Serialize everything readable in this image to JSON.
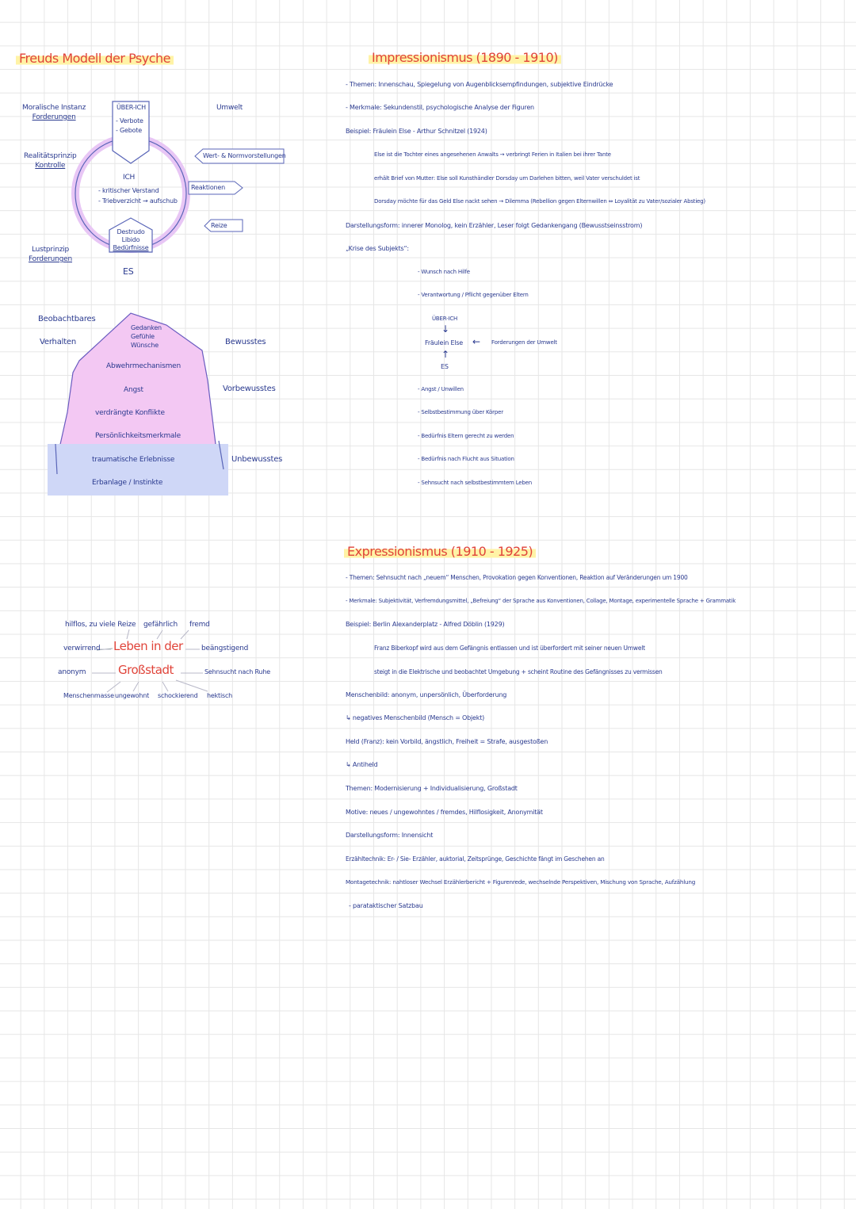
{
  "freud": {
    "title": "Freuds Modell der Psyche",
    "left_top_1": "Moralische Instanz",
    "left_top_2": "Forderungen",
    "left_mid_1": "Realitätsprinzip",
    "left_mid_2": "Kontrolle",
    "left_bot_1": "Lustprinzip",
    "left_bot_2": "Forderungen",
    "ueberich": "ÜBER-ICH",
    "verbote": "- Verbote",
    "gebote": "- Gebote",
    "ich": "ICH",
    "ich_1": "- kritischer Verstand",
    "ich_2": "- Triebverzicht → aufschub",
    "es_1": "Destrudo",
    "es_2": "Libido",
    "es_3": "Bedürfnisse",
    "es": "ES",
    "umwelt": "Umwelt",
    "arrow_werte": "Wert- & Normvorstellungen",
    "arrow_reaktionen": "Reaktionen",
    "arrow_reize": "Reize"
  },
  "iceberg": {
    "beobachtbares": "Beobachtbares",
    "verhalten": "Verhalten",
    "g1": "Gedanken",
    "g2": "Gefühle",
    "g3": "Wünsche",
    "l1": "Abwehrmechanismen",
    "l2": "Angst",
    "l3": "verdrängte Konflikte",
    "l4": "Persönlichkeitsmerkmale",
    "l5": "traumatische Erlebnisse",
    "l6": "Erbanlage / Instinkte",
    "r1": "Bewusstes",
    "r2": "Vorbewusstes",
    "r3": "Unbewusstes"
  },
  "stadt": {
    "c1": "Leben in der",
    "c2": "Großstadt",
    "w1": "hilflos, zu viele Reize",
    "w2": "gefährlich",
    "w3": "fremd",
    "w4": "verwirrend",
    "w5": "beängstigend",
    "w6": "anonym",
    "w7": "Sehnsucht nach Ruhe",
    "w8": "Menschenmasse",
    "w9": "ungewohnt",
    "w10": "schockierend",
    "w11": "hektisch"
  },
  "imp": {
    "title": "Impressionismus (1890 - 1910)",
    "l1": "- Themen: Innenschau, Spiegelung von Augenblicksempfindungen, subjektive Eindrücke",
    "l2": "- Merkmale: Sekundenstil, psychologische Analyse der Figuren",
    "l3": "Beispiel: Fräulein Else - Arthur Schnitzel (1924)",
    "l4": "Else ist die Tochter eines angesehenen Anwalts → verbringt Ferien in Italien bei ihrer Tante",
    "l5": "erhält Brief von Mutter: Else soll Kunsthändler Dorsday um Darlehen bitten, weil Vater verschuldet ist",
    "l6": "Dorsday möchte für das Geld Else nackt sehen → Dilemma (Rebellion gegen Elternwillen ⇔ Loyalität zu Vater/sozialer Abstieg)",
    "l7": "Darstellungsform: innerer Monolog, kein Erzähler, Leser folgt Gedankengang (Bewusstseinsstrom)",
    "l8": "„Krise des Subjekts“:",
    "b1": "- Wunsch nach Hilfe",
    "b2": "- Verantwortung / Pflicht gegenüber Eltern",
    "d_ueber": "ÜBER-ICH",
    "d_else": "Fräulein Else",
    "d_ford": "Forderungen der Umwelt",
    "d_es": "ES",
    "b3": "- Angst / Unwillen",
    "b4": "- Selbstbestimmung über Körper",
    "b5": "- Bedürfnis Eltern gerecht zu werden",
    "b6": "- Bedürfnis nach Flucht aus Situation",
    "b7": "- Sehnsucht nach selbstbestimmtem Leben"
  },
  "exp": {
    "title": "Expressionismus (1910 - 1925)",
    "l1": "- Themen: Sehnsucht nach „neuem“ Menschen, Provokation gegen Konventionen, Reaktion auf Veränderungen um 1900",
    "l2": "- Merkmale: Subjektivität, Verfremdungsmittel, „Befreiung“ der Sprache aus Konventionen, Collage, Montage, experimentelle Sprache + Grammatik",
    "l3": "Beispiel: Berlin Alexanderplatz - Alfred Döblin (1929)",
    "l4": "Franz Biberkopf wird aus dem Gefängnis entlassen und ist überfordert mit seiner neuen Umwelt",
    "l5": "steigt in die Elektrische und beobachtet Umgebung + scheint Routine des Gefängnisses zu vermissen",
    "l6": "Menschenbild: anonym, unpersönlich, Überforderung",
    "l7": "↳ negatives Menschenbild (Mensch = Objekt)",
    "l8": "Held (Franz): kein Vorbild, ängstlich, Freiheit = Strafe, ausgestoßen",
    "l9": "↳ Antiheld",
    "l10": "Themen: Modernisierung + Individualisierung, Großstadt",
    "l11": "Motive: neues / ungewohntes / fremdes, Hilflosigkeit, Anonymität",
    "l12": "Darstellungsform: Innensicht",
    "l13": "Erzähltechnik: Er- / Sie- Erzähler, auktorial, Zeitsprünge, Geschichte fängt im Geschehen an",
    "l14": "Montagetechnik: nahtloser Wechsel Erzählerbericht + Figurenrede, wechselnde Perspektiven, Mischung von Sprache, Aufzählung",
    "l15": "- parataktischer Satzbau"
  },
  "colors": {
    "ink": "#2a3a8f",
    "title_red": "#e0443a",
    "highlight_yellow": "#fff3a6",
    "pink": "#f3c8f3",
    "blue": "#cfd7f7"
  }
}
